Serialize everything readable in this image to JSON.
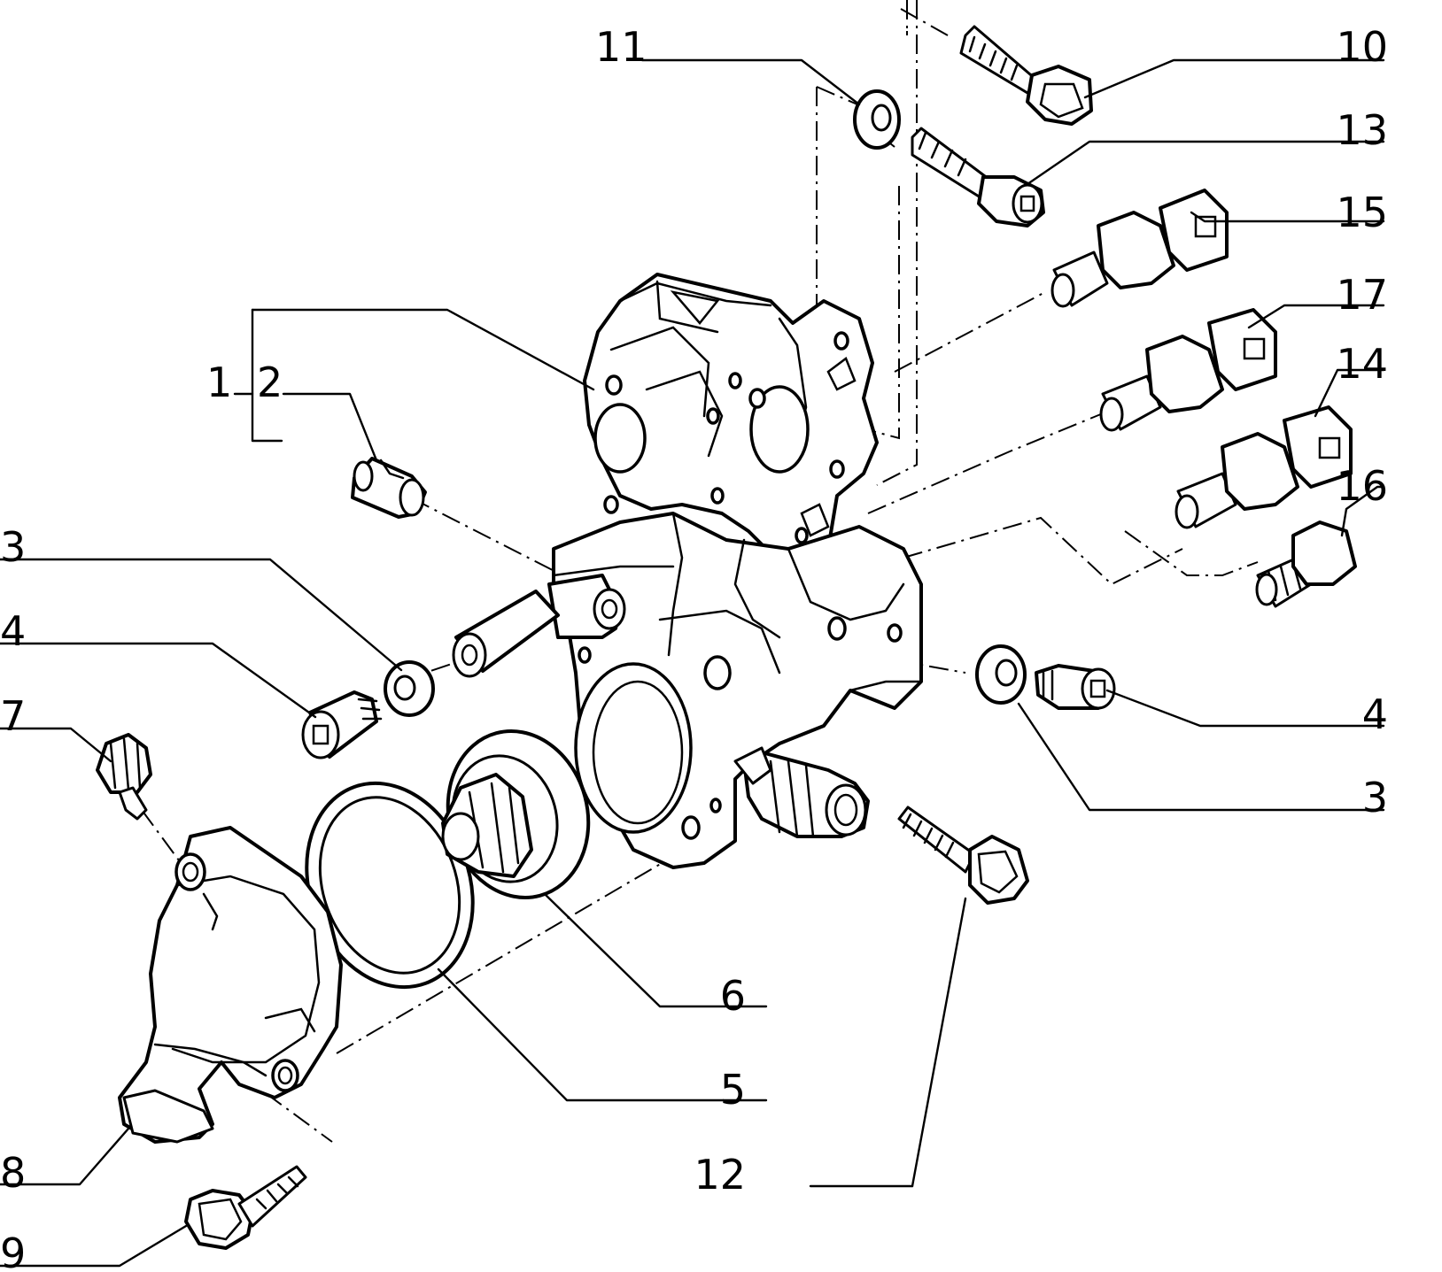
{
  "diagram": {
    "labels": {
      "p1": "1",
      "p2": "2",
      "p3_left": "3",
      "p3_right": "3",
      "p4_left": "4",
      "p4_right": "4",
      "p5": "5",
      "p6": "6",
      "p7": "7",
      "p8": "8",
      "p9": "9",
      "p10": "10",
      "p11": "11",
      "p12": "12",
      "p13": "13",
      "p14": "14",
      "p15": "15",
      "p16": "16",
      "p17": "17"
    }
  }
}
